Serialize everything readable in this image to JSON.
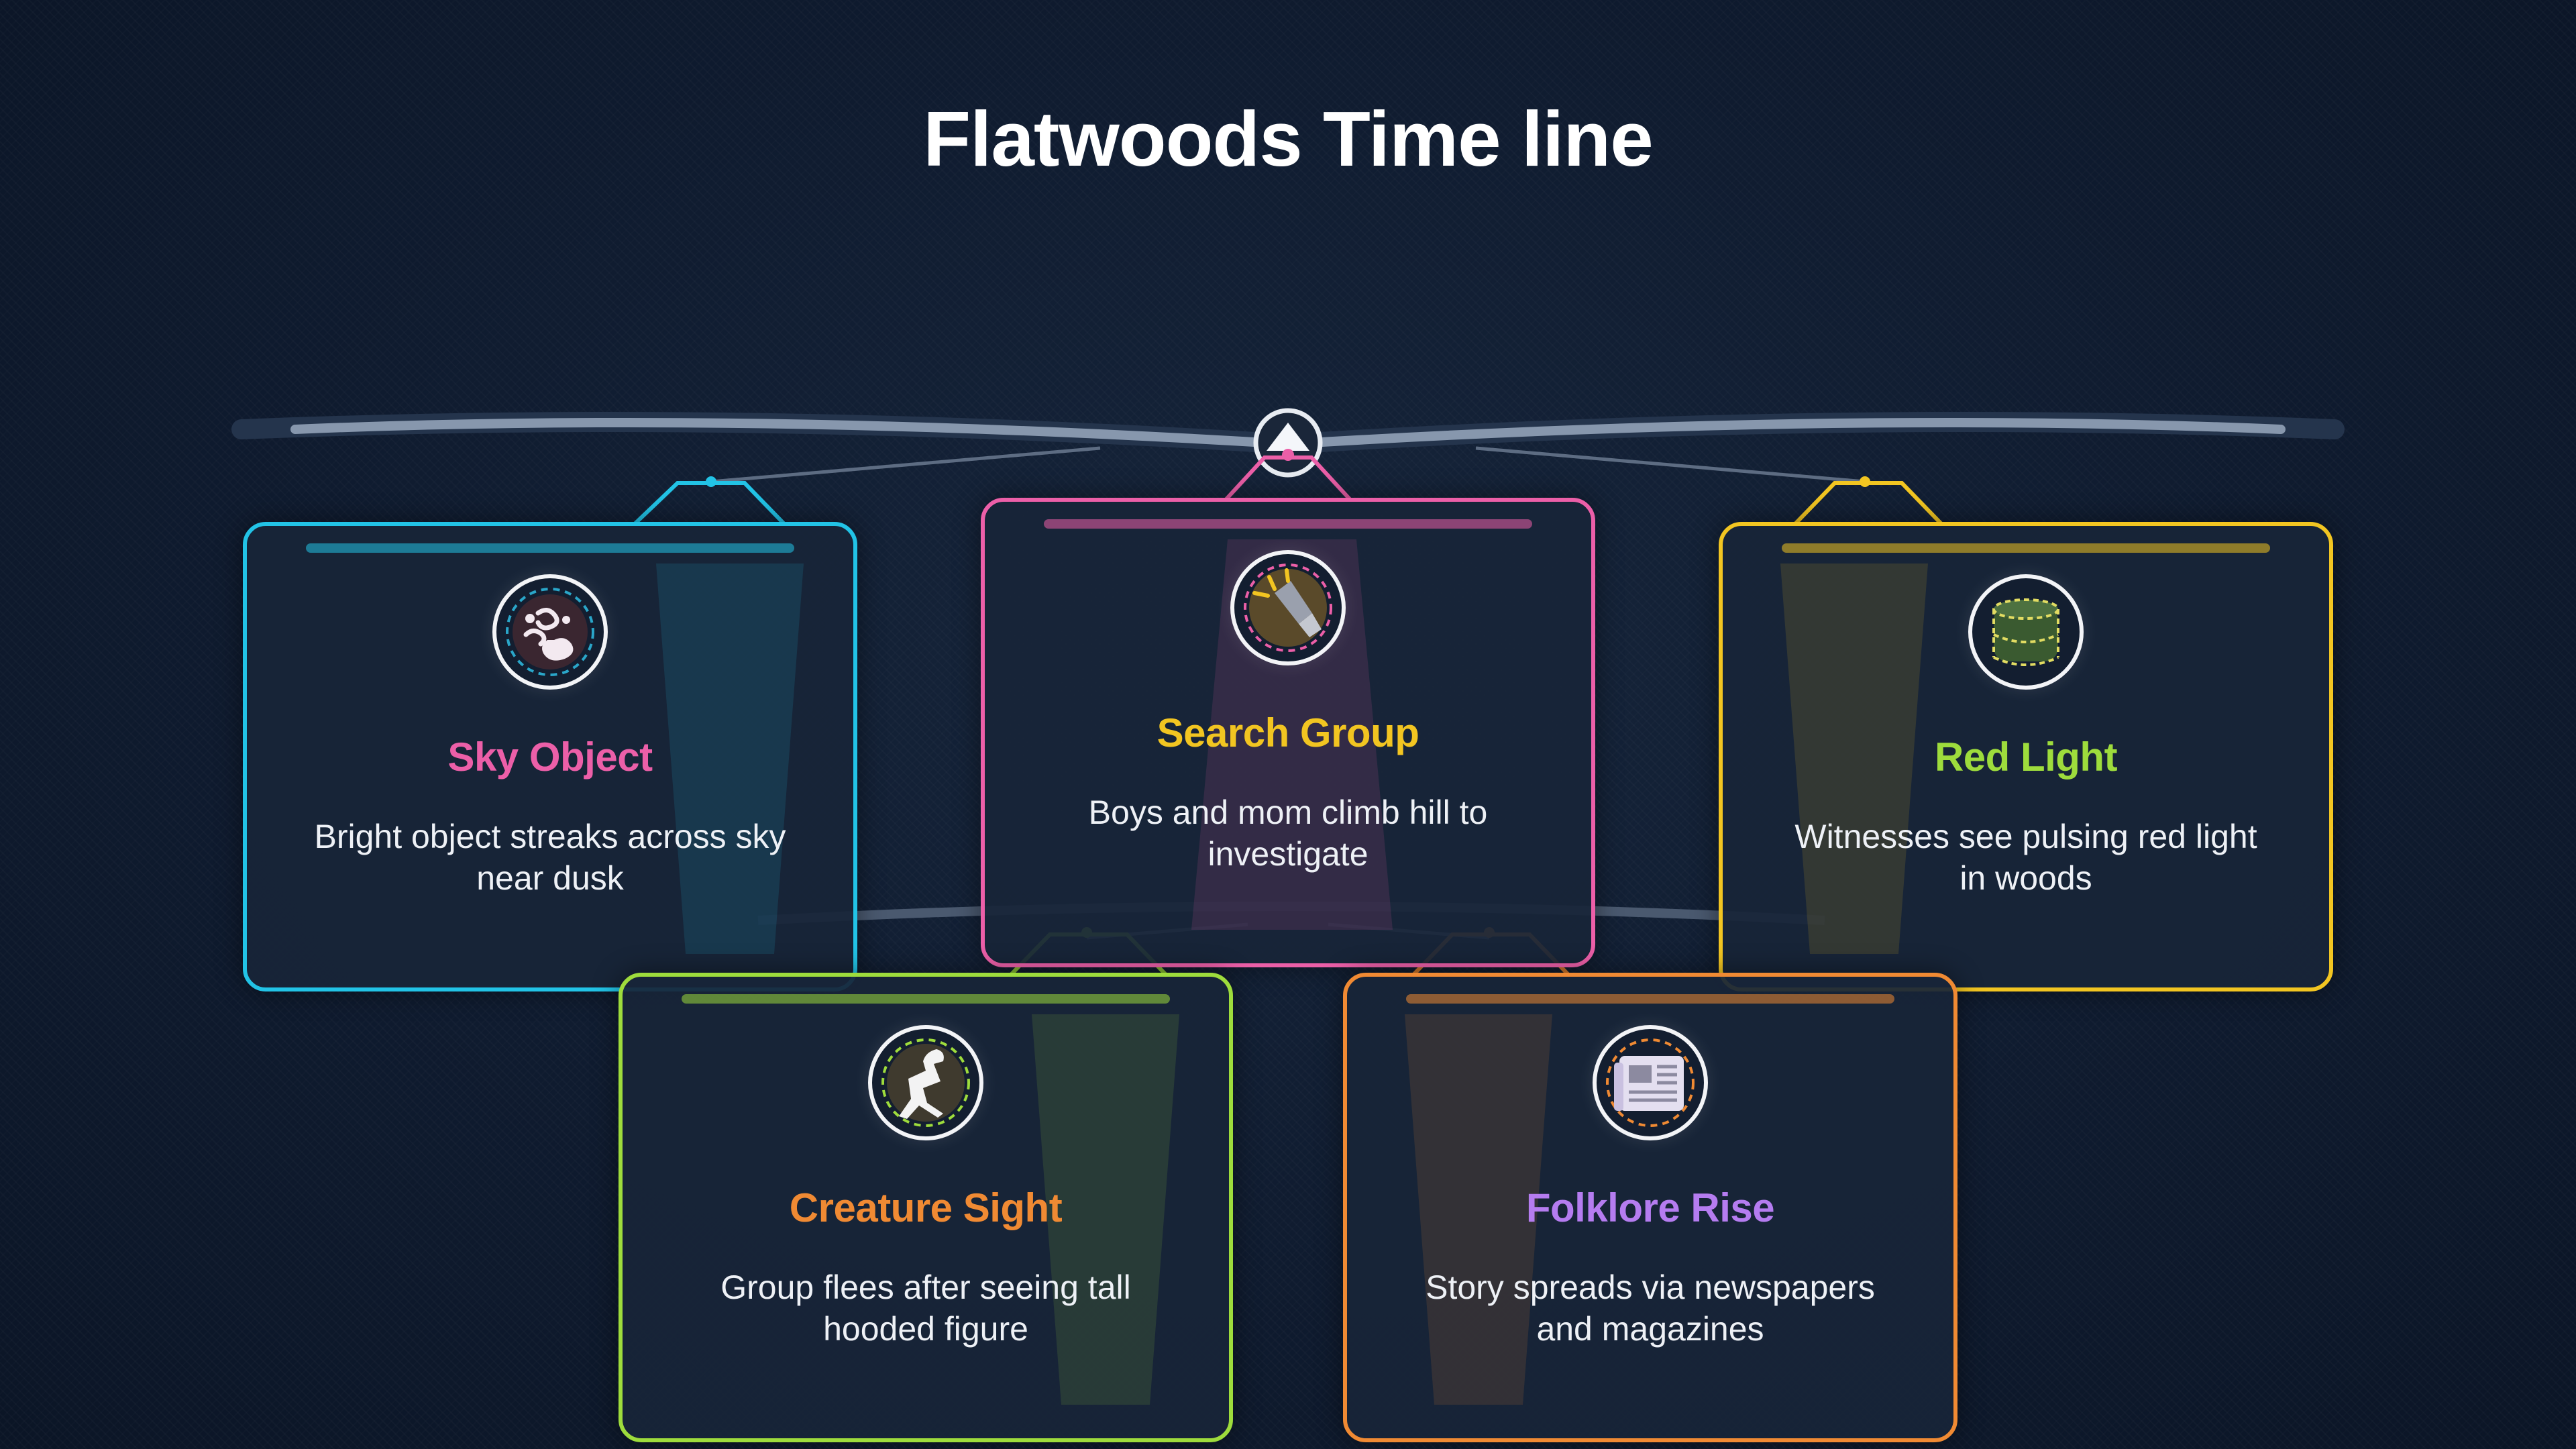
{
  "title": "Flatwoods Time line",
  "colors": {
    "background": "#0e1a2e",
    "cyan": "#22c3e6",
    "pink": "#ec5fa8",
    "yellow": "#f2c521",
    "green": "#9edc3c",
    "orange": "#f08a33",
    "purple": "#b57cf0"
  },
  "events": [
    {
      "title": "Sky Object",
      "description": "Bright object streaks across sky near dusk",
      "icon": "meteor-icon",
      "border_color": "#22c3e6",
      "title_color": "#ec5fa8"
    },
    {
      "title": "Search Group",
      "description": "Boys and mom climb hill to investigate",
      "icon": "flashlight-icon",
      "border_color": "#ec5fa8",
      "title_color": "#f2c521"
    },
    {
      "title": "Red Light",
      "description": "Witnesses see pulsing red light in woods",
      "icon": "red-light-icon",
      "border_color": "#f2c521",
      "title_color": "#9edc3c"
    },
    {
      "title": "Creature Sight",
      "description": "Group flees after seeing tall hooded figure",
      "icon": "hooded-figure-icon",
      "border_color": "#9edc3c",
      "title_color": "#f08a33"
    },
    {
      "title": "Folklore Rise",
      "description": "Story spreads via newspapers and magazines",
      "icon": "newspaper-icon",
      "border_color": "#f08a33",
      "title_color": "#b57cf0"
    }
  ]
}
